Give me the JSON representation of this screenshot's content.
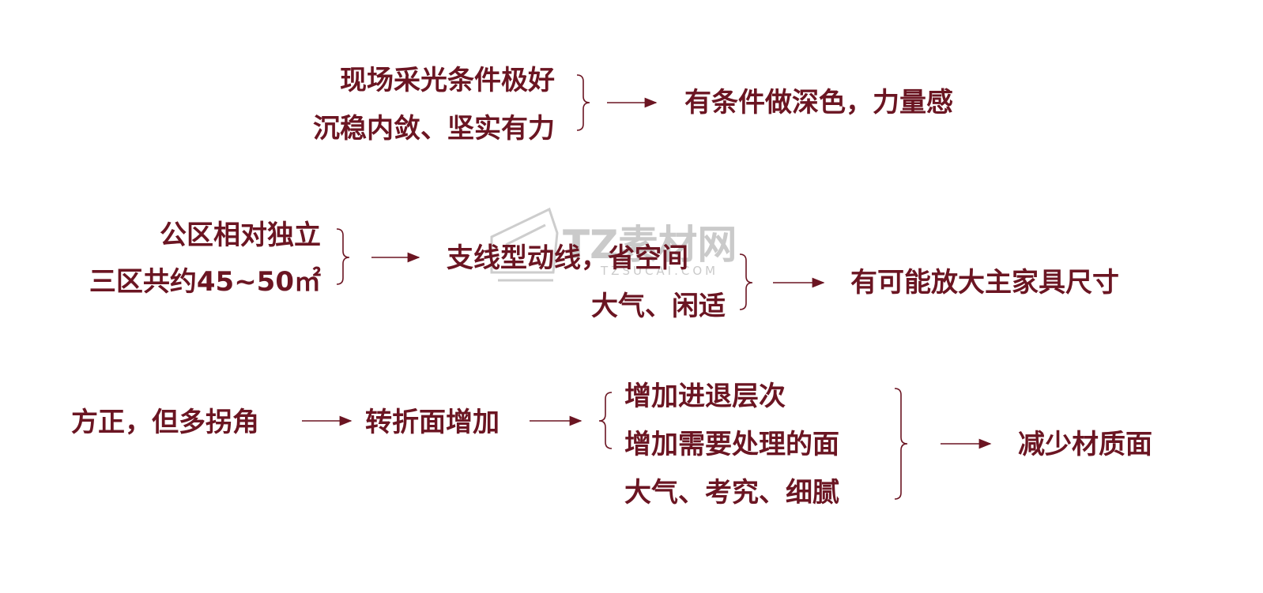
{
  "colors": {
    "text": "#6b1522",
    "lines": "#6b1522"
  },
  "row1": {
    "inputs": [
      "现场采光条件极好",
      "沉稳内敛、坚实有力"
    ],
    "result": "有条件做深色，力量感"
  },
  "row2": {
    "inputs": [
      "公区相对独立",
      "三区共约45~50㎡"
    ],
    "middle": [
      "支线型动线，省空间",
      "大气、闲适"
    ],
    "result": "有可能放大主家具尺寸"
  },
  "row3": {
    "start": "方正，但多拐角",
    "step": "转折面增加",
    "branches": [
      "增加进退层次",
      "增加需要处理的面",
      "大气、考究、细腻"
    ],
    "result": "减少材质面"
  },
  "watermark": {
    "brand": "TZ素材网",
    "url": "TZSUCAI.COM"
  }
}
